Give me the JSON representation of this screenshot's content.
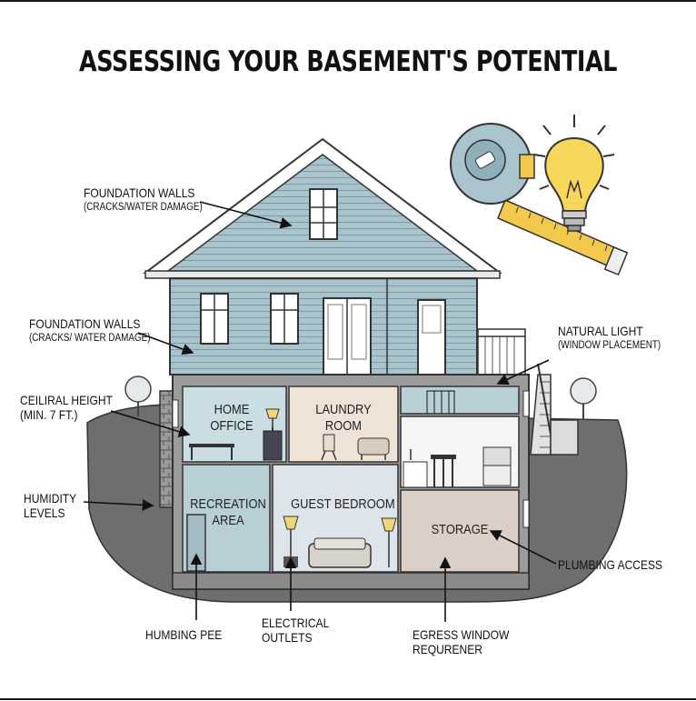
{
  "title": "ASSESSING YOUR BASEMENT'S POTENTIAL",
  "labels": {
    "foundation_upper": {
      "line1": "FOUNDATION WALLS",
      "line2": "(CRACKS/WATER DAMAGE)"
    },
    "foundation_lower": {
      "line1": "FOUNDATION WALLS",
      "line2": "(CRACKS/ WATER DAMAGE)"
    },
    "ceiling_height": {
      "line1": "CEILIRAL HEIGHT",
      "line2": "(MIN. 7 FT.)"
    },
    "humidity": {
      "line1": "HUMIDITY",
      "line2": "LEVELS"
    },
    "natural_light": {
      "line1": "NATURAL LIGHT",
      "line2": "(WINDOW PLACEMENT)"
    },
    "plumbing_access": {
      "line1": "PLUMBING ACCESS"
    },
    "humbing_pee": {
      "line1": "HUMBING PEE"
    },
    "electrical_outlets": {
      "line1": "ELECTRICAL",
      "line2": "OUTLETS"
    },
    "egress_window": {
      "line1": "EGRESS WINDOW",
      "line2": "REQURENER"
    }
  },
  "rooms": {
    "home_office": {
      "line1": "HOME",
      "line2": "OFFICE"
    },
    "laundry_room": {
      "line1": "LAUNDRY",
      "line2": "ROOM"
    },
    "recreation_area": {
      "line1": "RECREATION",
      "line2": "AREA"
    },
    "guest_bedroom": {
      "line1": "GUEST BEDROOM"
    },
    "storage": {
      "line1": "STORAGE"
    }
  },
  "colors": {
    "siding": "#a9c4cc",
    "home_office": "#c9dde2",
    "laundry": "#efe3d8",
    "recreation": "#b9cfd6",
    "guest_bedroom": "#dde4ea",
    "storage": "#dccfc6",
    "ground": "#6b6b6b",
    "slab": "#8c8c8c",
    "bulb": "#f7d65c",
    "tape": "#f2c94c"
  },
  "icons": [
    "tape-measure-icon",
    "light-bulb-icon",
    "tree-icon"
  ]
}
